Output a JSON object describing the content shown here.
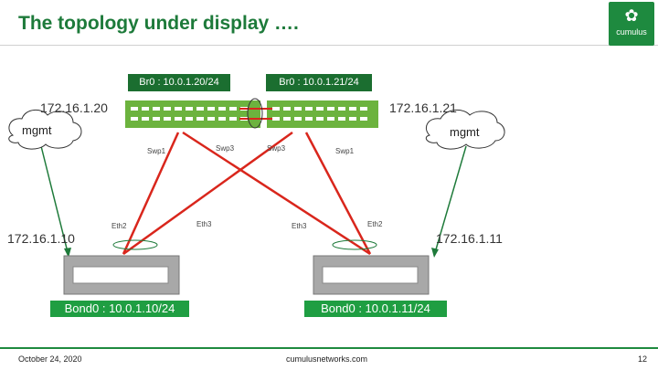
{
  "header": {
    "title": "The topology under display ….",
    "logo_text": "cumulus"
  },
  "switches": {
    "left_bridge": "Br0 : 10.0.1.20/24",
    "right_bridge": "Br0 : 10.0.1.21/24",
    "left_ip": "172.16.1.20",
    "right_ip": "172.16.1.21"
  },
  "mgmt": {
    "left": "mgmt",
    "right": "mgmt"
  },
  "ports": {
    "left_swp1": "Swp1",
    "left_swp3": "Swp3",
    "right_swp3": "Swp3",
    "right_swp1": "Swp1",
    "left_eth2": "Eth2",
    "left_eth3": "Eth3",
    "right_eth3": "Eth3",
    "right_eth2": "Eth2"
  },
  "servers": {
    "left_ip": "172.16.1.10",
    "right_ip": "172.16.1.11",
    "left_bond": "Bond0 : 10.0.1.10/24",
    "right_bond": "Bond0 : 10.0.1.11/24"
  },
  "footer": {
    "date": "October 24, 2020",
    "site": "cumulusnetworks.com",
    "page": "12"
  },
  "colors": {
    "brand_green": "#1e8a3f",
    "switch_green": "#6cb33e",
    "link_red": "#d9261c",
    "mgmt_link": "#1e7a3a",
    "server_gray": "#a8a8a8"
  }
}
